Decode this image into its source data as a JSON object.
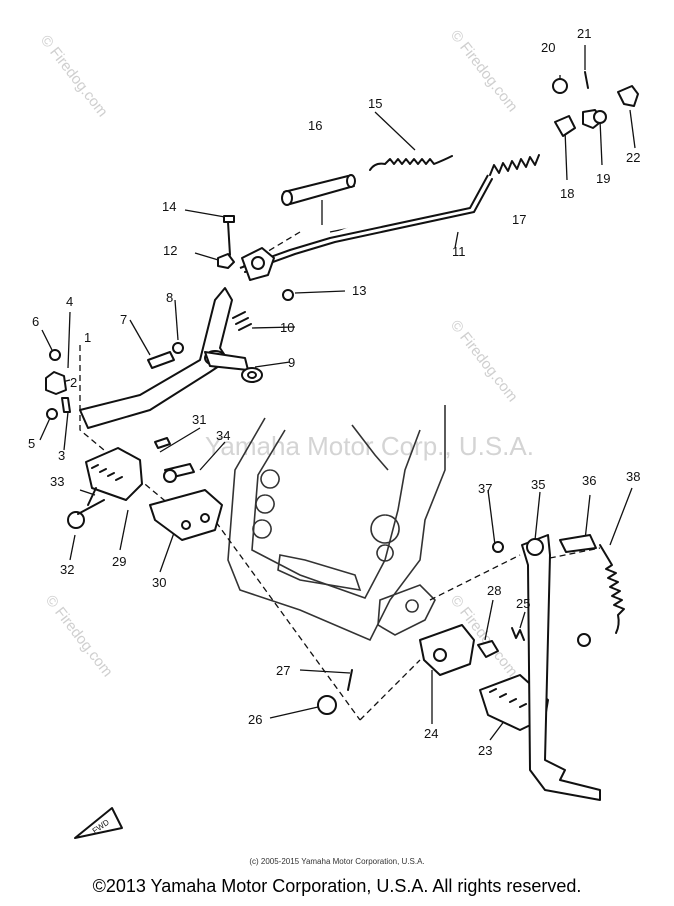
{
  "watermarks": {
    "firedog": "© Firedog.com",
    "maker": "Yamaha Motor Corp., U.S.A."
  },
  "callouts": [
    "1",
    "2",
    "3",
    "4",
    "5",
    "6",
    "7",
    "8",
    "9",
    "10",
    "11",
    "12",
    "13",
    "14",
    "15",
    "16",
    "17",
    "18",
    "19",
    "20",
    "21",
    "22",
    "23",
    "24",
    "25",
    "26",
    "27",
    "28",
    "29",
    "30",
    "31",
    "32",
    "33",
    "34",
    "35",
    "36",
    "37",
    "38"
  ],
  "fwd_label": "FWD",
  "small_copyright": "(c) 2005-2015 Yamaha Motor Corporation, U.S.A.",
  "footer_copyright": "©2013 Yamaha Motor Corporation, U.S.A. All rights reserved."
}
